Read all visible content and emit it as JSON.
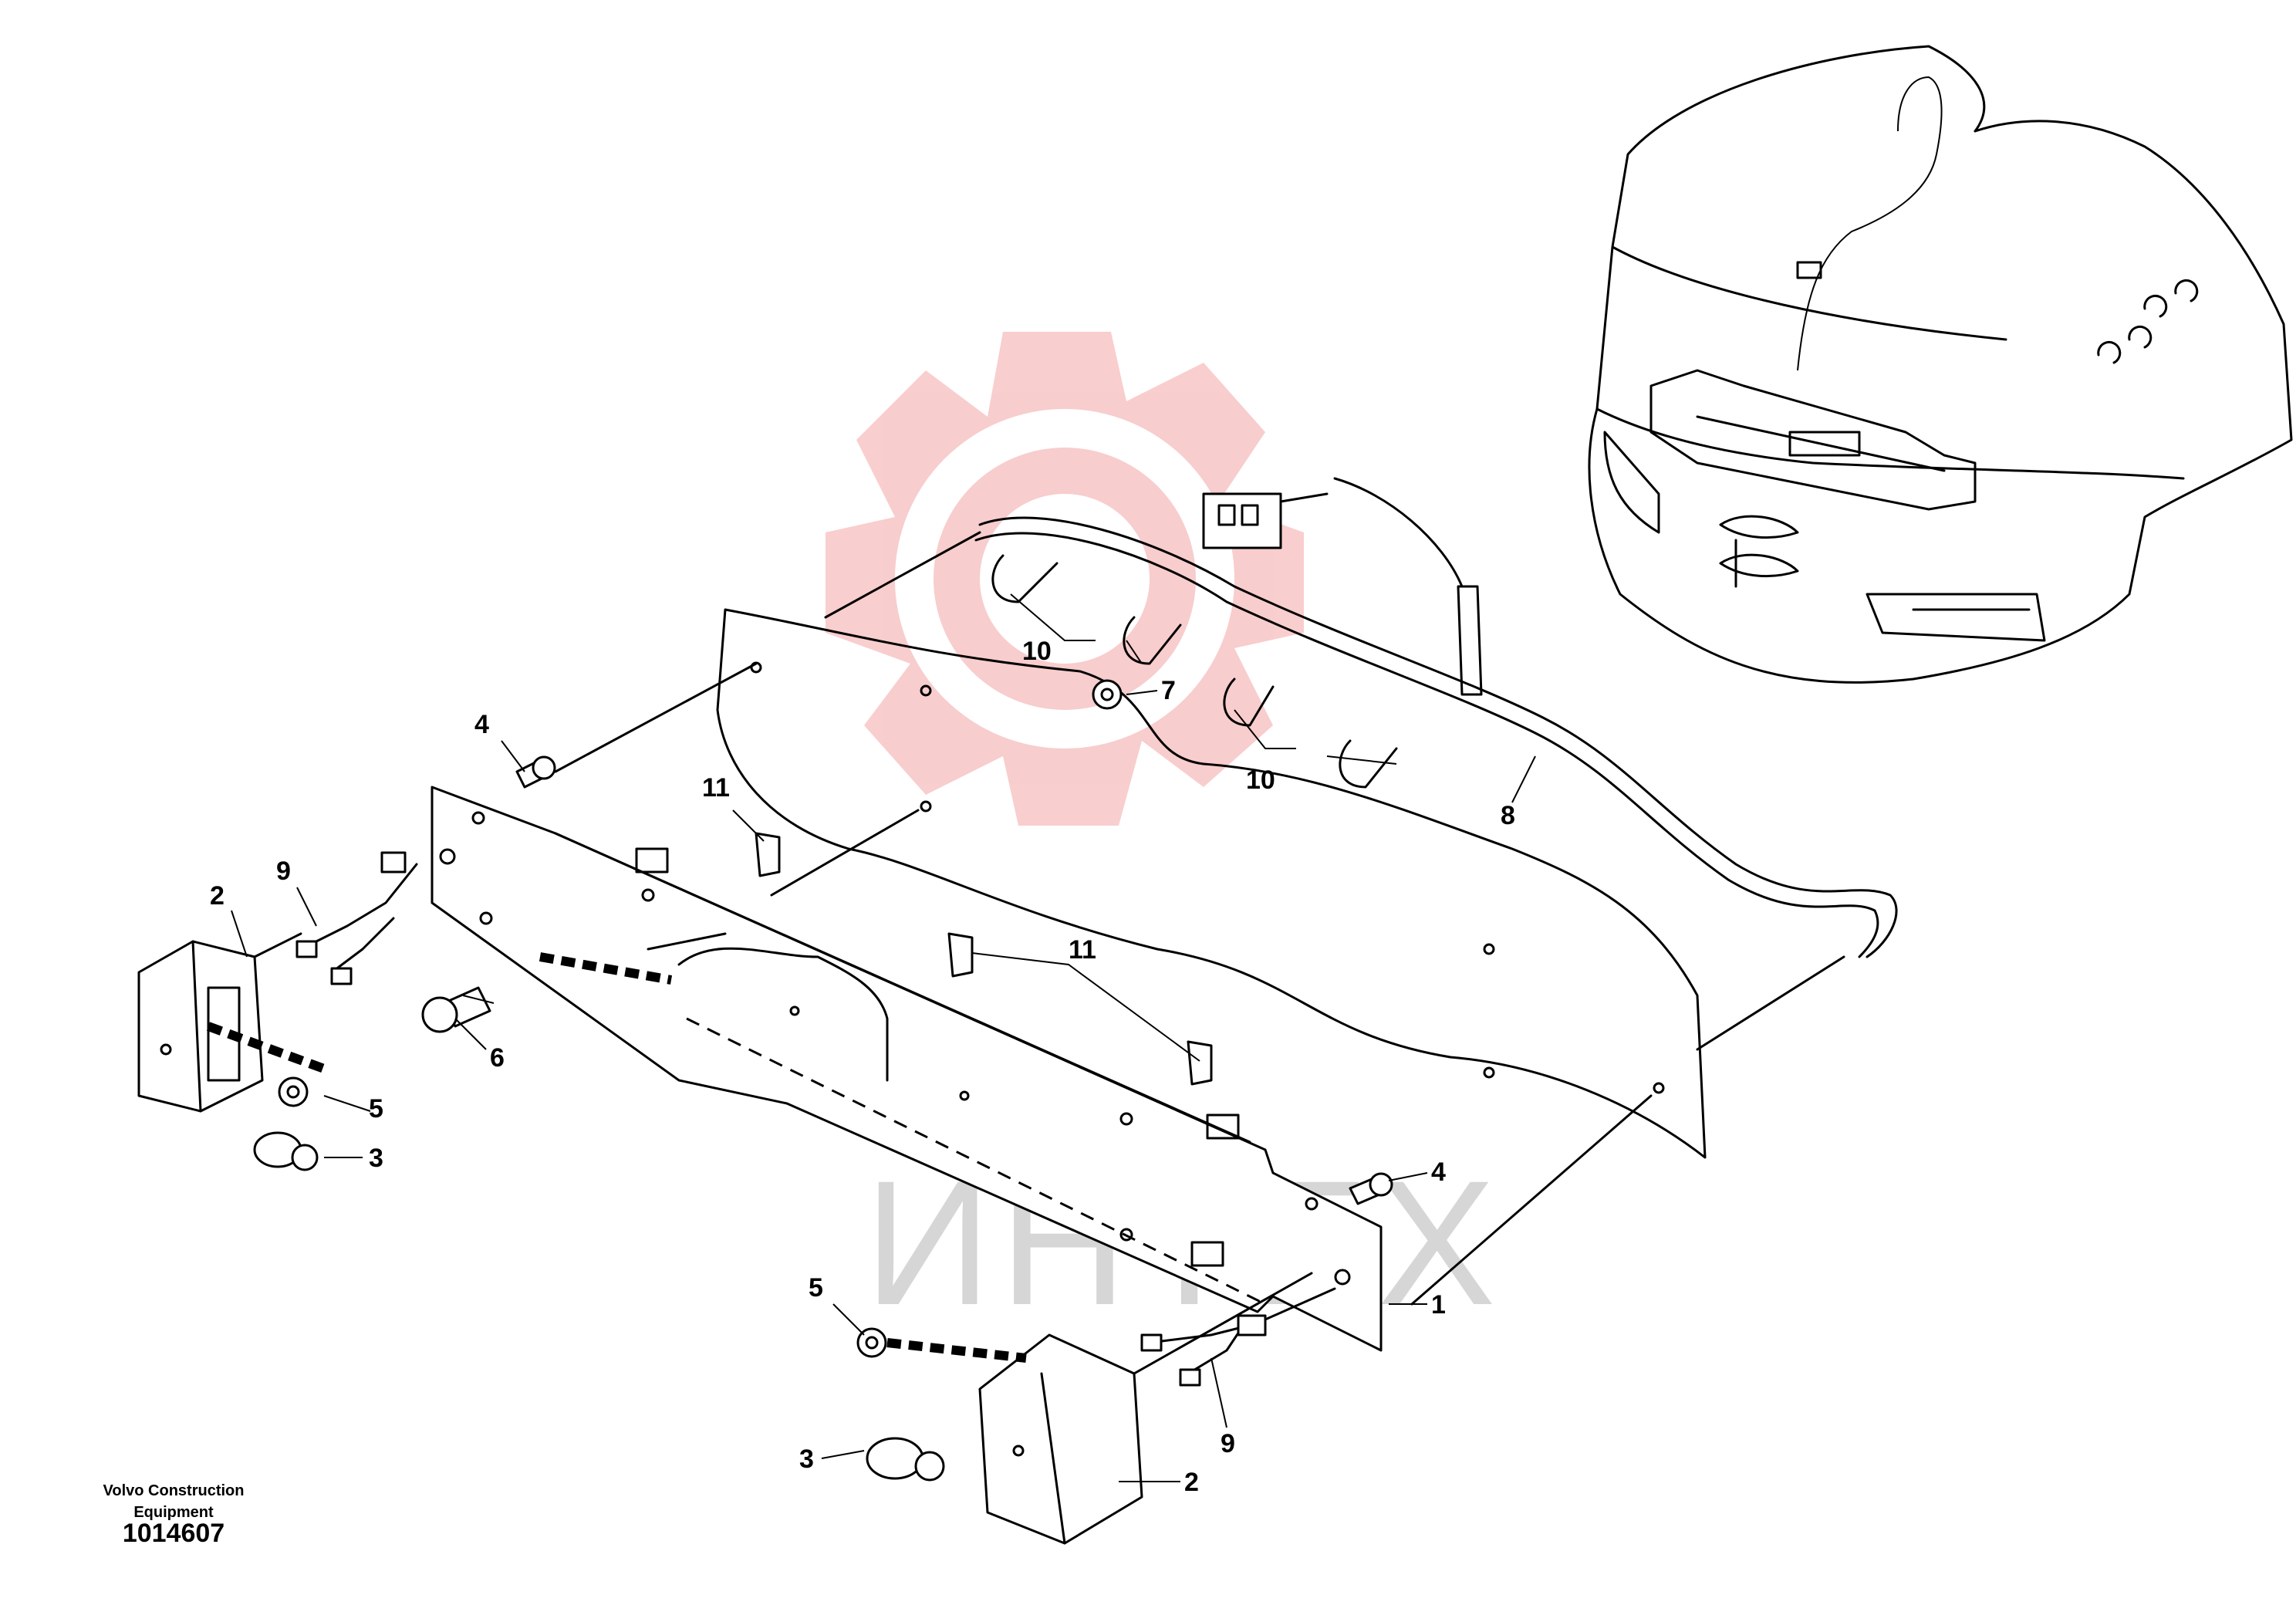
{
  "watermark": {
    "text": "ИНТЕХ",
    "color": "#f4a6a6"
  },
  "callouts": [
    {
      "id": "label-1",
      "text": "1"
    },
    {
      "id": "label-2a",
      "text": "2"
    },
    {
      "id": "label-2b",
      "text": "2"
    },
    {
      "id": "label-3a",
      "text": "3"
    },
    {
      "id": "label-3b",
      "text": "3"
    },
    {
      "id": "label-4a",
      "text": "4"
    },
    {
      "id": "label-4b",
      "text": "4"
    },
    {
      "id": "label-5a",
      "text": "5"
    },
    {
      "id": "label-5b",
      "text": "5"
    },
    {
      "id": "label-6",
      "text": "6"
    },
    {
      "id": "label-7",
      "text": "7"
    },
    {
      "id": "label-8",
      "text": "8"
    },
    {
      "id": "label-9a",
      "text": "9"
    },
    {
      "id": "label-9b",
      "text": "9"
    },
    {
      "id": "label-10a",
      "text": "10"
    },
    {
      "id": "label-10b",
      "text": "10"
    },
    {
      "id": "label-11a",
      "text": "11"
    },
    {
      "id": "label-11b",
      "text": "11"
    }
  ],
  "footer": {
    "brand_line1": "Volvo Construction",
    "brand_line2": "Equipment",
    "drawing_number": "1014607"
  }
}
